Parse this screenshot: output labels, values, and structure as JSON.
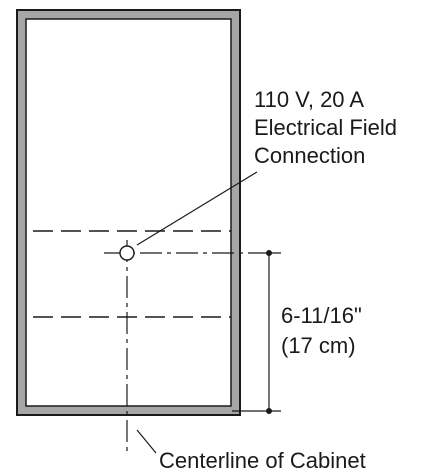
{
  "callout": {
    "line1": "110 V, 20 A",
    "line2": "Electrical Field",
    "line3": "Connection"
  },
  "dimension": {
    "line1": "6-11/16\"",
    "line2": "(17 cm)"
  },
  "centerline_label": "Centerline of Cabinet",
  "colors": {
    "cabinet_outline": "#1a1a1a",
    "cabinet_wall_fill": "#a6a6a6",
    "interior_fill": "#ffffff",
    "line": "#1a1a1a"
  }
}
